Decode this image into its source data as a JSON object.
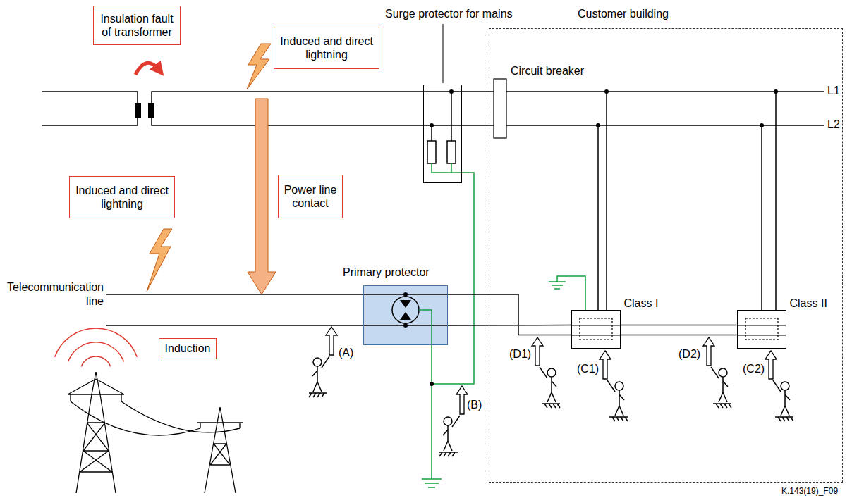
{
  "diagram": {
    "nodes": [
      {
        "text": [
          "Insulation fault of transformer"
        ]
      },
      {
        "text": [
          "Induced and direct lightning"
        ]
      },
      {
        "text": [
          "Surge protector for mains"
        ]
      },
      {
        "text": [
          "Customer building"
        ]
      },
      {
        "text": [
          "Power line contact"
        ]
      },
      {
        "text": [
          "Induced and direct lightning"
        ]
      },
      {
        "text": [
          "Primary protector"
        ]
      },
      {
        "text": [
          "Class I"
        ],
        "in": 3
      },
      {
        "text": [
          "Class II"
        ],
        "in": 3
      },
      {
        "text": [
          "Induction"
        ]
      }
    ],
    "edges": [
      {
        "from": 6,
        "to": 7,
        "arrow": "none"
      },
      {
        "from": 7,
        "to": 8,
        "arrow": "none"
      }
    ],
    "labels": [
      "Circuit breaker",
      "L1",
      "L2",
      "Telecommunication line",
      "(A)",
      "(B)",
      "(D1)",
      "(C1)",
      "(D2)",
      "(C2)",
      "K.143(19)_F09"
    ]
  }
}
